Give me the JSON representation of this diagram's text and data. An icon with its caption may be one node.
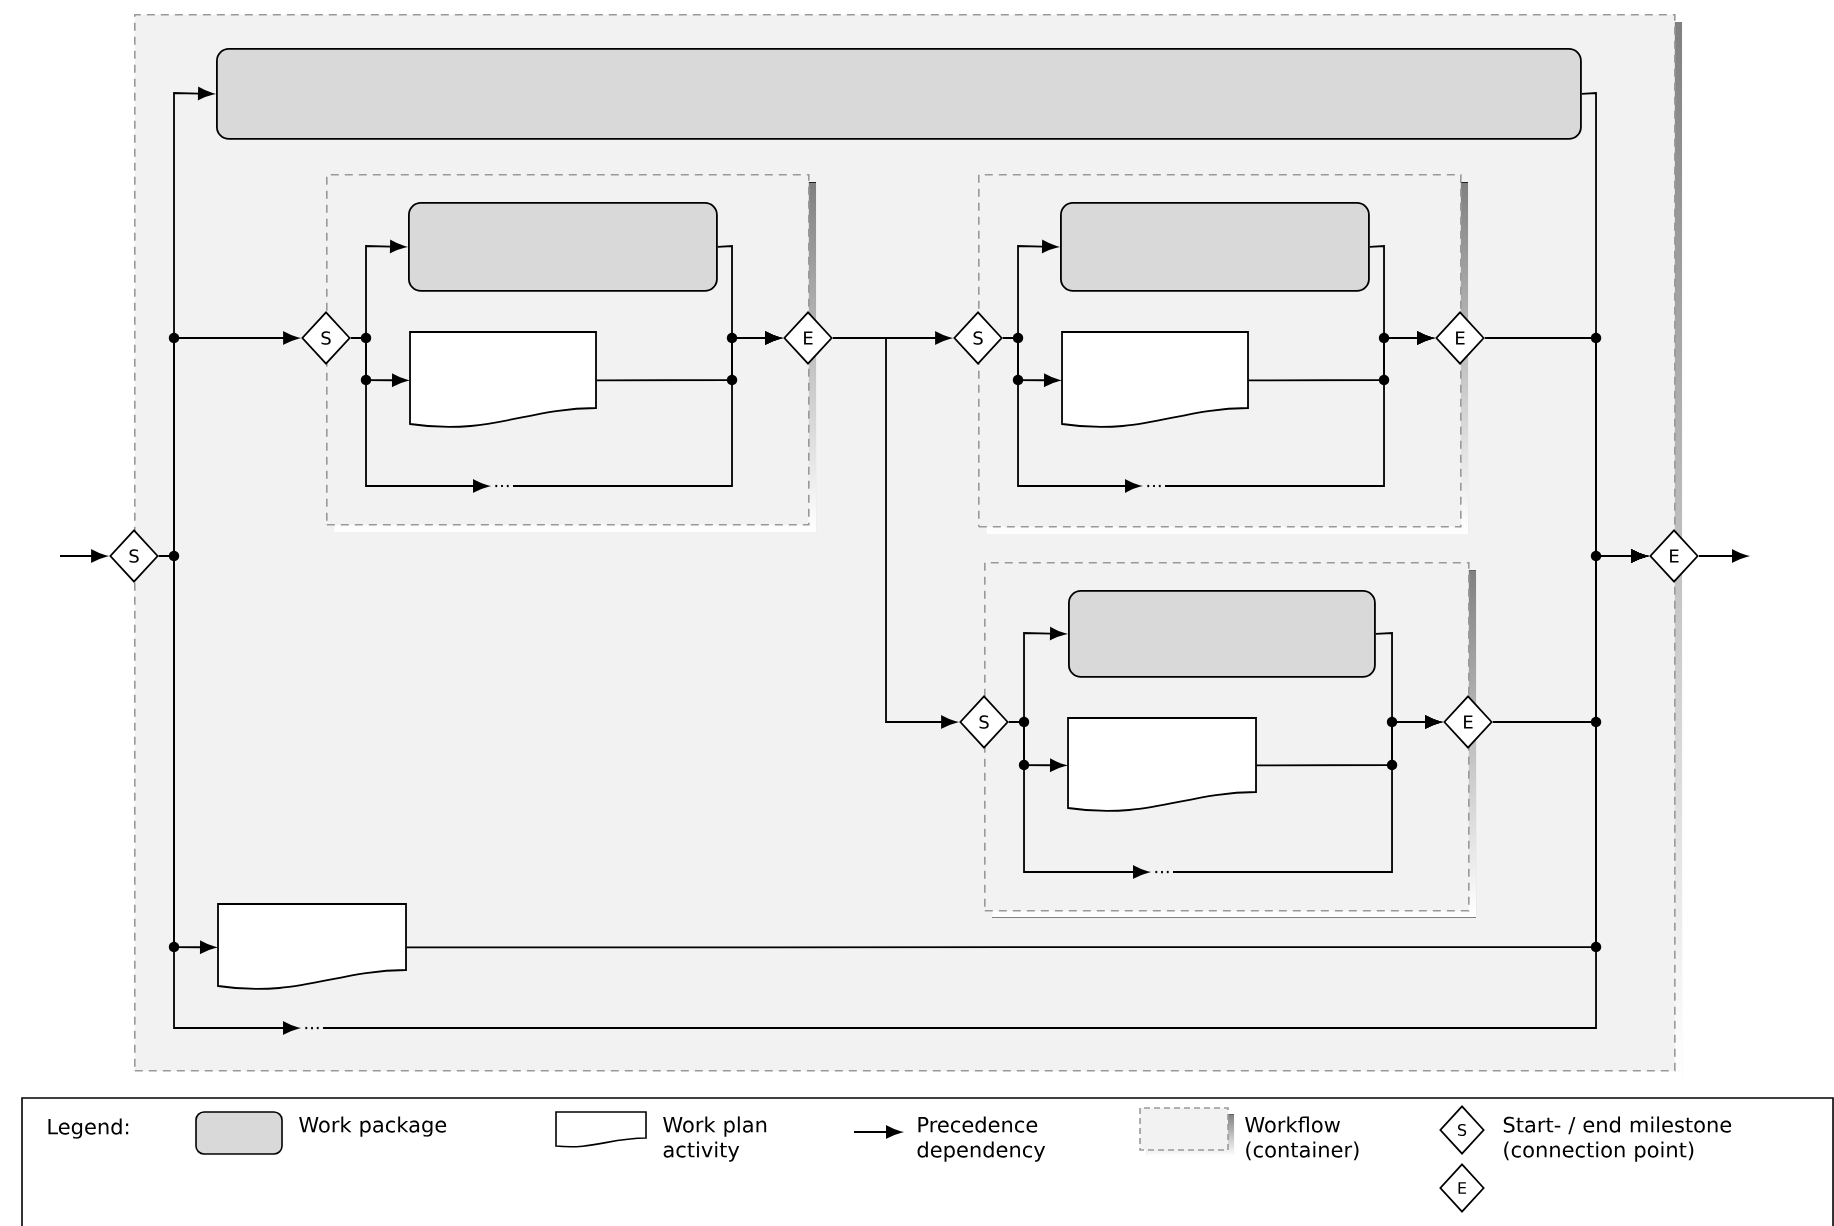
{
  "diagram": {
    "nodes": [
      {
        "text": [],
        "shape": "frame"
      },
      {
        "text": [
          "S"
        ]
      },
      {
        "text": [],
        "shape": "box",
        "in": 0
      },
      {
        "text": [],
        "shape": "frame",
        "in": 0
      },
      {
        "text": [
          "S"
        ],
        "in": 0
      },
      {
        "text": [],
        "shape": "box",
        "in": 3
      },
      {
        "text": [],
        "shape": "document",
        "in": 3
      },
      {
        "text": [
          "..."
        ],
        "in": 3
      },
      {
        "text": [
          "E"
        ],
        "in": 0
      },
      {
        "text": [],
        "shape": "frame",
        "in": 0
      },
      {
        "text": [
          "S"
        ],
        "in": 0
      },
      {
        "text": [],
        "shape": "box",
        "in": 9
      },
      {
        "text": [],
        "shape": "document",
        "in": 9
      },
      {
        "text": [
          "..."
        ],
        "in": 9
      },
      {
        "text": [
          "E"
        ],
        "in": 0
      },
      {
        "text": [],
        "shape": "frame",
        "in": 0
      },
      {
        "text": [
          "S"
        ],
        "in": 0
      },
      {
        "text": [],
        "shape": "box",
        "in": 15
      },
      {
        "text": [],
        "shape": "document",
        "in": 15
      },
      {
        "text": [
          "..."
        ],
        "in": 15
      },
      {
        "text": [
          "E"
        ],
        "in": 0
      },
      {
        "text": [],
        "shape": "document",
        "in": 0
      },
      {
        "text": [
          "..."
        ],
        "in": 0
      },
      {
        "text": [
          "E"
        ]
      },
      {
        "text": [
          "S"
        ]
      },
      {
        "text": [
          "E"
        ]
      }
    ],
    "edges": [
      {
        "from": null,
        "to": 1,
        "arrow": "to"
      },
      {
        "from": 1,
        "to": 2,
        "arrow": "to"
      },
      {
        "from": 1,
        "to": 4,
        "arrow": "to"
      },
      {
        "from": 1,
        "to": 21,
        "arrow": "to"
      },
      {
        "from": 1,
        "to": 22,
        "arrow": "to"
      },
      {
        "from": 4,
        "to": 5,
        "arrow": "to"
      },
      {
        "from": 4,
        "to": 6,
        "arrow": "to"
      },
      {
        "from": 4,
        "to": 7,
        "arrow": "to"
      },
      {
        "from": 5,
        "to": 8,
        "arrow": "to"
      },
      {
        "from": 6,
        "to": 8,
        "arrow": "to"
      },
      {
        "from": 7,
        "to": 8,
        "arrow": "to"
      },
      {
        "from": 8,
        "to": 10,
        "arrow": "to"
      },
      {
        "from": 8,
        "to": 16,
        "arrow": "to"
      },
      {
        "from": 10,
        "to": 11,
        "arrow": "to"
      },
      {
        "from": 10,
        "to": 12,
        "arrow": "to"
      },
      {
        "from": 10,
        "to": 13,
        "arrow": "to"
      },
      {
        "from": 11,
        "to": 14,
        "arrow": "to"
      },
      {
        "from": 12,
        "to": 14,
        "arrow": "to"
      },
      {
        "from": 13,
        "to": 14,
        "arrow": "to"
      },
      {
        "from": 16,
        "to": 17,
        "arrow": "to"
      },
      {
        "from": 16,
        "to": 18,
        "arrow": "to"
      },
      {
        "from": 16,
        "to": 19,
        "arrow": "to"
      },
      {
        "from": 17,
        "to": 20,
        "arrow": "to"
      },
      {
        "from": 18,
        "to": 20,
        "arrow": "to"
      },
      {
        "from": 19,
        "to": 20,
        "arrow": "to"
      },
      {
        "from": 2,
        "to": 23,
        "arrow": "to"
      },
      {
        "from": 14,
        "to": 23,
        "arrow": "to"
      },
      {
        "from": 20,
        "to": 23,
        "arrow": "to"
      },
      {
        "from": 21,
        "to": 23,
        "arrow": "to"
      },
      {
        "from": 22,
        "to": 23,
        "arrow": "to"
      },
      {
        "from": 23,
        "to": null,
        "arrow": "to"
      }
    ],
    "labels": [
      "Legend:"
    ],
    "legend": [
      {
        "text": "Work package",
        "color": "#d9d9d9"
      },
      {
        "text": "Work plan activity"
      },
      {
        "text": "Precedence dependency"
      },
      {
        "text": "Workflow (container)"
      },
      {
        "text": "Start- / end milestone (connection point)"
      }
    ]
  }
}
